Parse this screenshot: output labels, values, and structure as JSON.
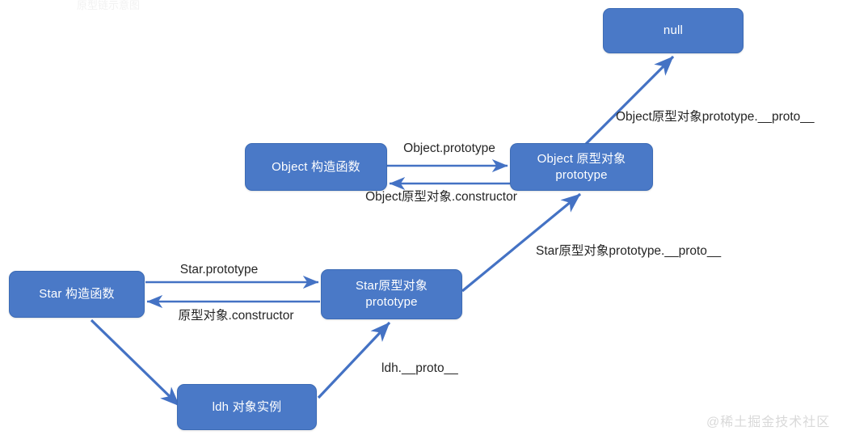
{
  "diagram": {
    "title_ghost": "原型链示意图",
    "colors": {
      "node_fill": "#4a79c7",
      "node_border": "#3c6bb5",
      "node_text": "#ffffff",
      "arrow": "#4472c4",
      "label_text": "#262626",
      "background": "#ffffff",
      "watermark": "#d9d9d9"
    },
    "nodes": [
      {
        "id": "null",
        "lines": [
          "null"
        ]
      },
      {
        "id": "object-ctor",
        "lines": [
          "Object 构造函数"
        ]
      },
      {
        "id": "object-proto",
        "lines": [
          "Object 原型对象",
          "prototype"
        ]
      },
      {
        "id": "star-ctor",
        "lines": [
          "Star 构造函数"
        ]
      },
      {
        "id": "star-proto",
        "lines": [
          "Star原型对象",
          "prototype"
        ]
      },
      {
        "id": "ldh-instance",
        "lines": [
          "ldh 对象实例"
        ]
      }
    ],
    "edges": [
      {
        "id": "object-prototype",
        "label": "Object.prototype",
        "from": "object-ctor",
        "to": "object-proto"
      },
      {
        "id": "object-proto-constructor",
        "label": "Object原型对象.constructor",
        "from": "object-proto",
        "to": "object-ctor"
      },
      {
        "id": "object-proto-proto",
        "label": "Object原型对象prototype.__proto__",
        "from": "object-proto",
        "to": "null"
      },
      {
        "id": "star-prototype",
        "label": "Star.prototype",
        "from": "star-ctor",
        "to": "star-proto"
      },
      {
        "id": "star-proto-constructor",
        "label": "原型对象.constructor",
        "from": "star-proto",
        "to": "star-ctor"
      },
      {
        "id": "star-proto-proto",
        "label": "Star原型对象prototype.__proto__",
        "from": "star-proto",
        "to": "object-proto"
      },
      {
        "id": "ldh-proto",
        "label": "ldh.__proto__",
        "from": "ldh-instance",
        "to": "star-proto"
      },
      {
        "id": "star-ctor-new",
        "label": "",
        "from": "star-ctor",
        "to": "ldh-instance"
      }
    ],
    "watermark": "@稀土掘金技术社区"
  }
}
